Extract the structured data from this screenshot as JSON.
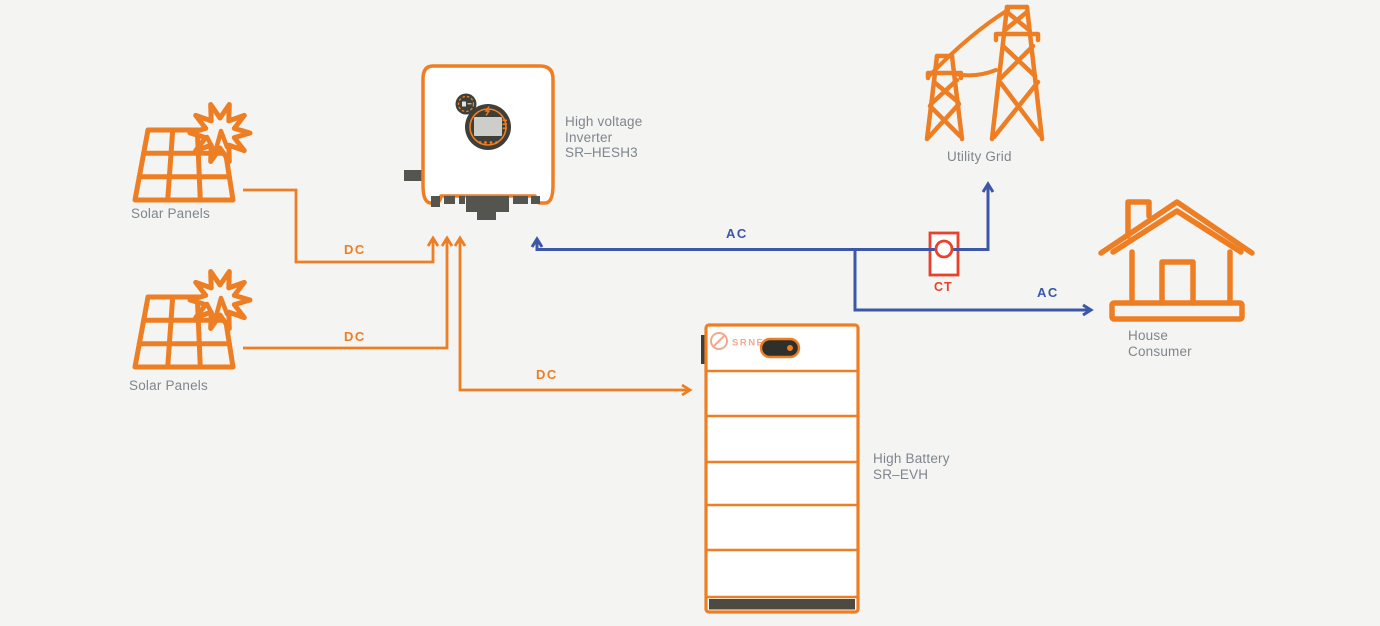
{
  "colors": {
    "bg": "#F4F4F2",
    "orange": "#EE7E23",
    "blue": "#3C57A8",
    "red": "#E8412C",
    "text_gray": "#7E868E",
    "dark": "#3F3F3A",
    "connector_gray": "#55554F",
    "battery_base": "#4D4B41",
    "brand": "#F2A98F",
    "screen": "#CDCDC9"
  },
  "nodes": {
    "solar_panels_top": {
      "label": "Solar Panels"
    },
    "solar_panels_bottom": {
      "label": "Solar Panels"
    },
    "inverter": {
      "label": "High voltage\nInverter\nSR–HESH3"
    },
    "utility_grid": {
      "label": "Utility Grid"
    },
    "house_consumer": {
      "label": "House\nConsumer"
    },
    "battery": {
      "label": "High Battery\nSR–EVH",
      "brand": "SRNE"
    },
    "ct_sensor": {
      "label": "CT"
    }
  },
  "links": {
    "dc_pv1": {
      "label": "DC",
      "color": "#EE7E23"
    },
    "dc_pv2": {
      "label": "DC",
      "color": "#EE7E23"
    },
    "dc_battery": {
      "label": "DC",
      "color": "#EE7E23"
    },
    "ac_inverter_grid": {
      "label": "AC",
      "color": "#3C57A8"
    },
    "ac_house": {
      "label": "AC",
      "color": "#3C57A8"
    }
  }
}
